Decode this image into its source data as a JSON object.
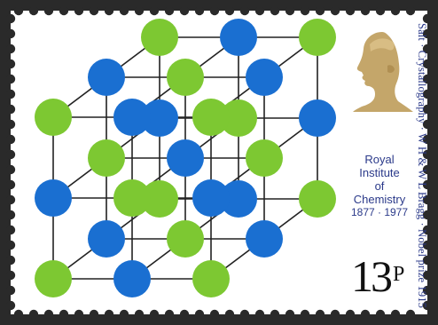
{
  "stamp": {
    "vertical_caption": "Salt · Crystallography · W H & W L Bragg · Nobel prize 1915",
    "institution_line1": "Royal",
    "institution_line2": "Institute",
    "institution_line3": "of",
    "institution_line4": "Chemistry",
    "years": "1877 · 1977",
    "denomination_number": "13",
    "denomination_unit": "P"
  },
  "colors": {
    "background": "#ffffff",
    "frame": "#2a2a2a",
    "paper": "#ffffff",
    "sodium_atom": "#1a6fd1",
    "chlorine_atom": "#7dc832",
    "lattice_line": "#222222",
    "queen_head": "#c4a66a",
    "caption_text": "#2b3a8a"
  },
  "icons": {
    "queen": "queen-head-silhouette-icon",
    "crystal": "salt-crystal-lattice"
  }
}
